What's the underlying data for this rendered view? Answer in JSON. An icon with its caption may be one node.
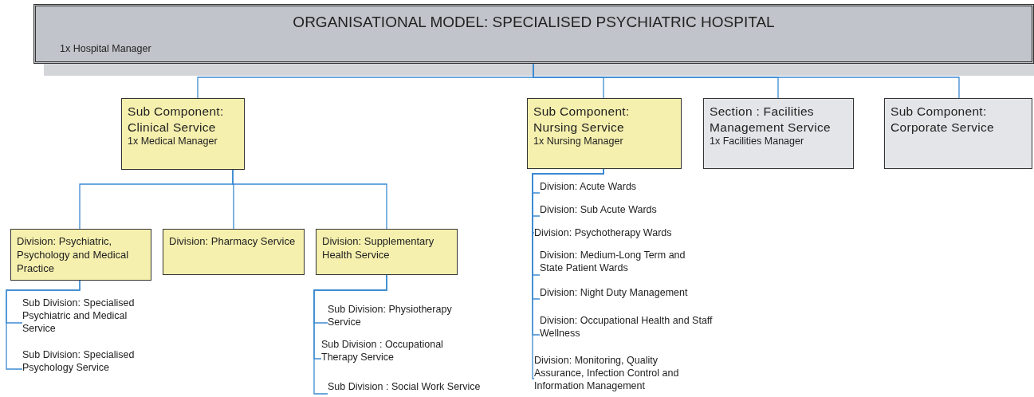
{
  "diagram": {
    "nodes": [
      {
        "text": [
          "ORGANISATIONAL MODEL: SPECIALISED PSYCHIATRIC HOSPITAL",
          "1x Hospital Manager"
        ]
      },
      {
        "text": [
          "Sub Component: Clinical Service",
          "1x Medical Manager"
        ]
      },
      {
        "text": [
          "Sub Component: Nursing Service",
          "1x Nursing Manager"
        ]
      },
      {
        "text": [
          "Section : Facilities Management Service",
          "1x Facilities Manager"
        ]
      },
      {
        "text": [
          "Sub Component: Corporate Service"
        ]
      },
      {
        "text": [
          "Division: Psychiatric, Psychology and Medical Practice"
        ]
      },
      {
        "text": [
          "Division: Pharmacy Service"
        ]
      },
      {
        "text": [
          "Division: Supplementary Health Service"
        ]
      },
      {
        "text": [
          "Sub Division: Specialised Psychiatric and Medical Service"
        ]
      },
      {
        "text": [
          "Sub Division: Specialised Psychology Service"
        ]
      },
      {
        "text": [
          "Sub Division: Physiotherapy Service"
        ]
      },
      {
        "text": [
          "Sub Division : Occupational Therapy Service"
        ]
      },
      {
        "text": [
          "Sub Division : Social Work Service"
        ]
      },
      {
        "text": [
          "Division: Acute Wards"
        ]
      },
      {
        "text": [
          "Division: Sub Acute Wards"
        ]
      },
      {
        "text": [
          "Division: Psychotherapy Wards"
        ]
      },
      {
        "text": [
          "Division: Medium-Long Term and State Patient Wards"
        ]
      },
      {
        "text": [
          "Division: Night Duty Management"
        ]
      },
      {
        "text": [
          "Division: Occupational Health and Staff Wellness"
        ]
      },
      {
        "text": [
          "Division: Monitoring, Quality Assurance, Infection Control and Information Management"
        ]
      }
    ],
    "edges": [
      {
        "from": 0,
        "to": 1,
        "arrow": "none"
      },
      {
        "from": 0,
        "to": 2,
        "arrow": "none"
      },
      {
        "from": 0,
        "to": 3,
        "arrow": "none"
      },
      {
        "from": 0,
        "to": 4,
        "arrow": "none"
      },
      {
        "from": 1,
        "to": 5,
        "arrow": "none"
      },
      {
        "from": 1,
        "to": 6,
        "arrow": "none"
      },
      {
        "from": 1,
        "to": 7,
        "arrow": "none"
      },
      {
        "from": 5,
        "to": 8,
        "arrow": "none"
      },
      {
        "from": 5,
        "to": 9,
        "arrow": "none"
      },
      {
        "from": 7,
        "to": 10,
        "arrow": "none"
      },
      {
        "from": 7,
        "to": 11,
        "arrow": "none"
      },
      {
        "from": 7,
        "to": 12,
        "arrow": "none"
      },
      {
        "from": 2,
        "to": 13,
        "arrow": "none"
      },
      {
        "from": 2,
        "to": 14,
        "arrow": "none"
      },
      {
        "from": 2,
        "to": 15,
        "arrow": "none"
      },
      {
        "from": 2,
        "to": 16,
        "arrow": "none"
      },
      {
        "from": 2,
        "to": 17,
        "arrow": "none"
      },
      {
        "from": 2,
        "to": 18,
        "arrow": "none"
      },
      {
        "from": 2,
        "to": 19,
        "arrow": "none"
      }
    ]
  }
}
